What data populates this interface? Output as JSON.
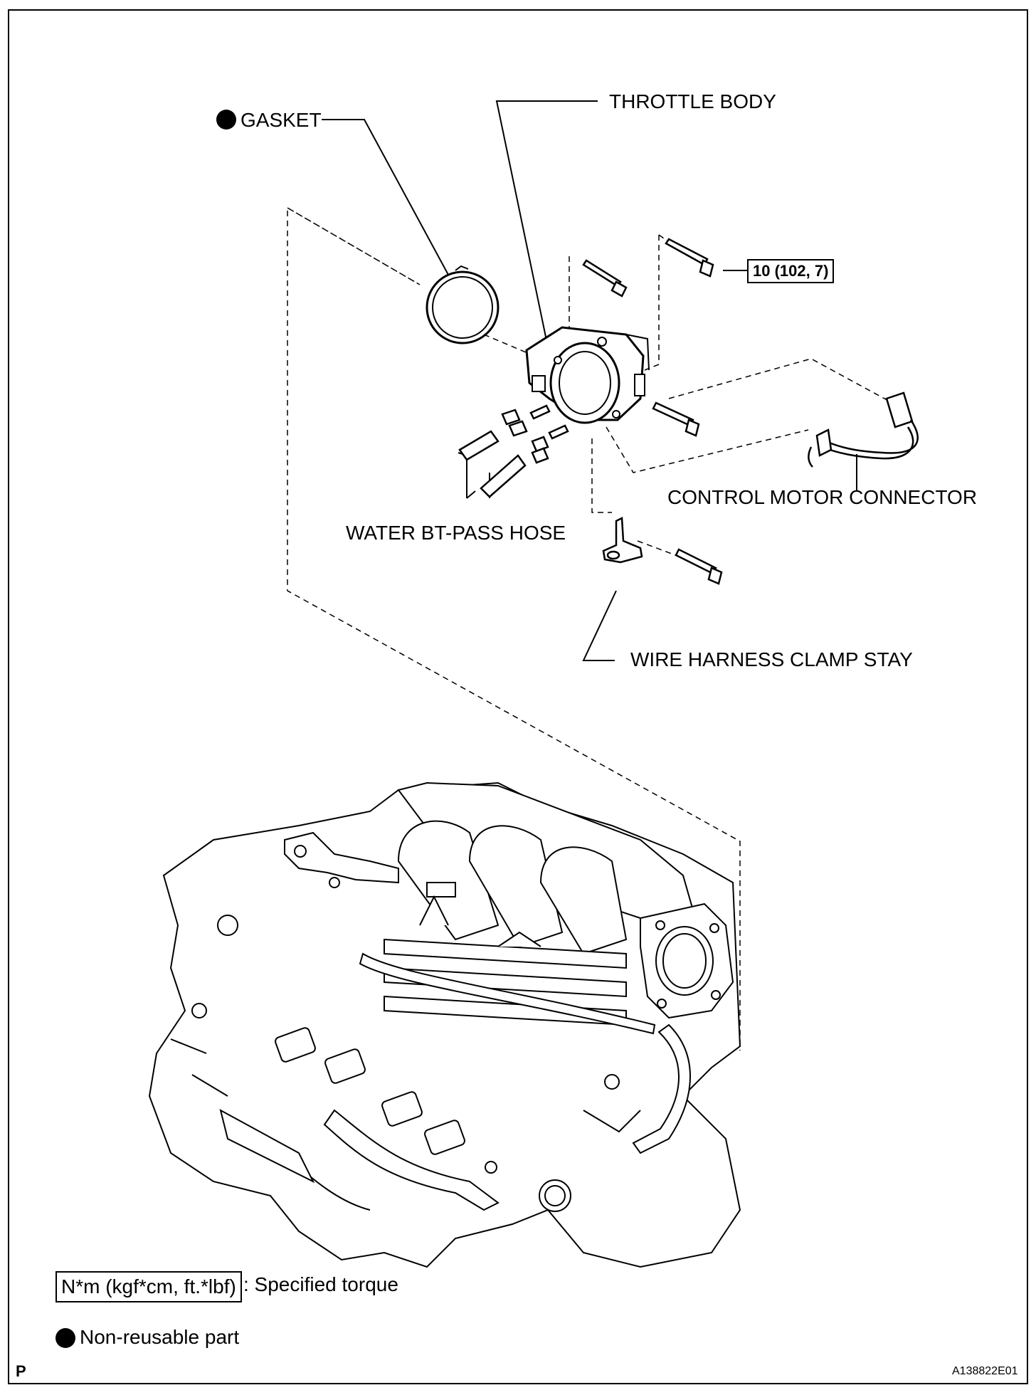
{
  "labels": {
    "gasket": "GASKET",
    "throttle_body": "THROTTLE BODY",
    "torque_value": "10 (102, 7)",
    "control_motor_connector": "CONTROL MOTOR CONNECTOR",
    "water_bypass_hose": "WATER BT-PASS HOSE",
    "wire_harness_clamp_stay": "WIRE HARNESS CLAMP STAY"
  },
  "legend": {
    "torque_unit": "N*m (kgf*cm, ft.*lbf)",
    "torque_desc": ": Specified torque",
    "non_reusable_desc": "Non-reusable part"
  },
  "footer": {
    "page_letter": "P",
    "figure_id": "A138822E01"
  }
}
